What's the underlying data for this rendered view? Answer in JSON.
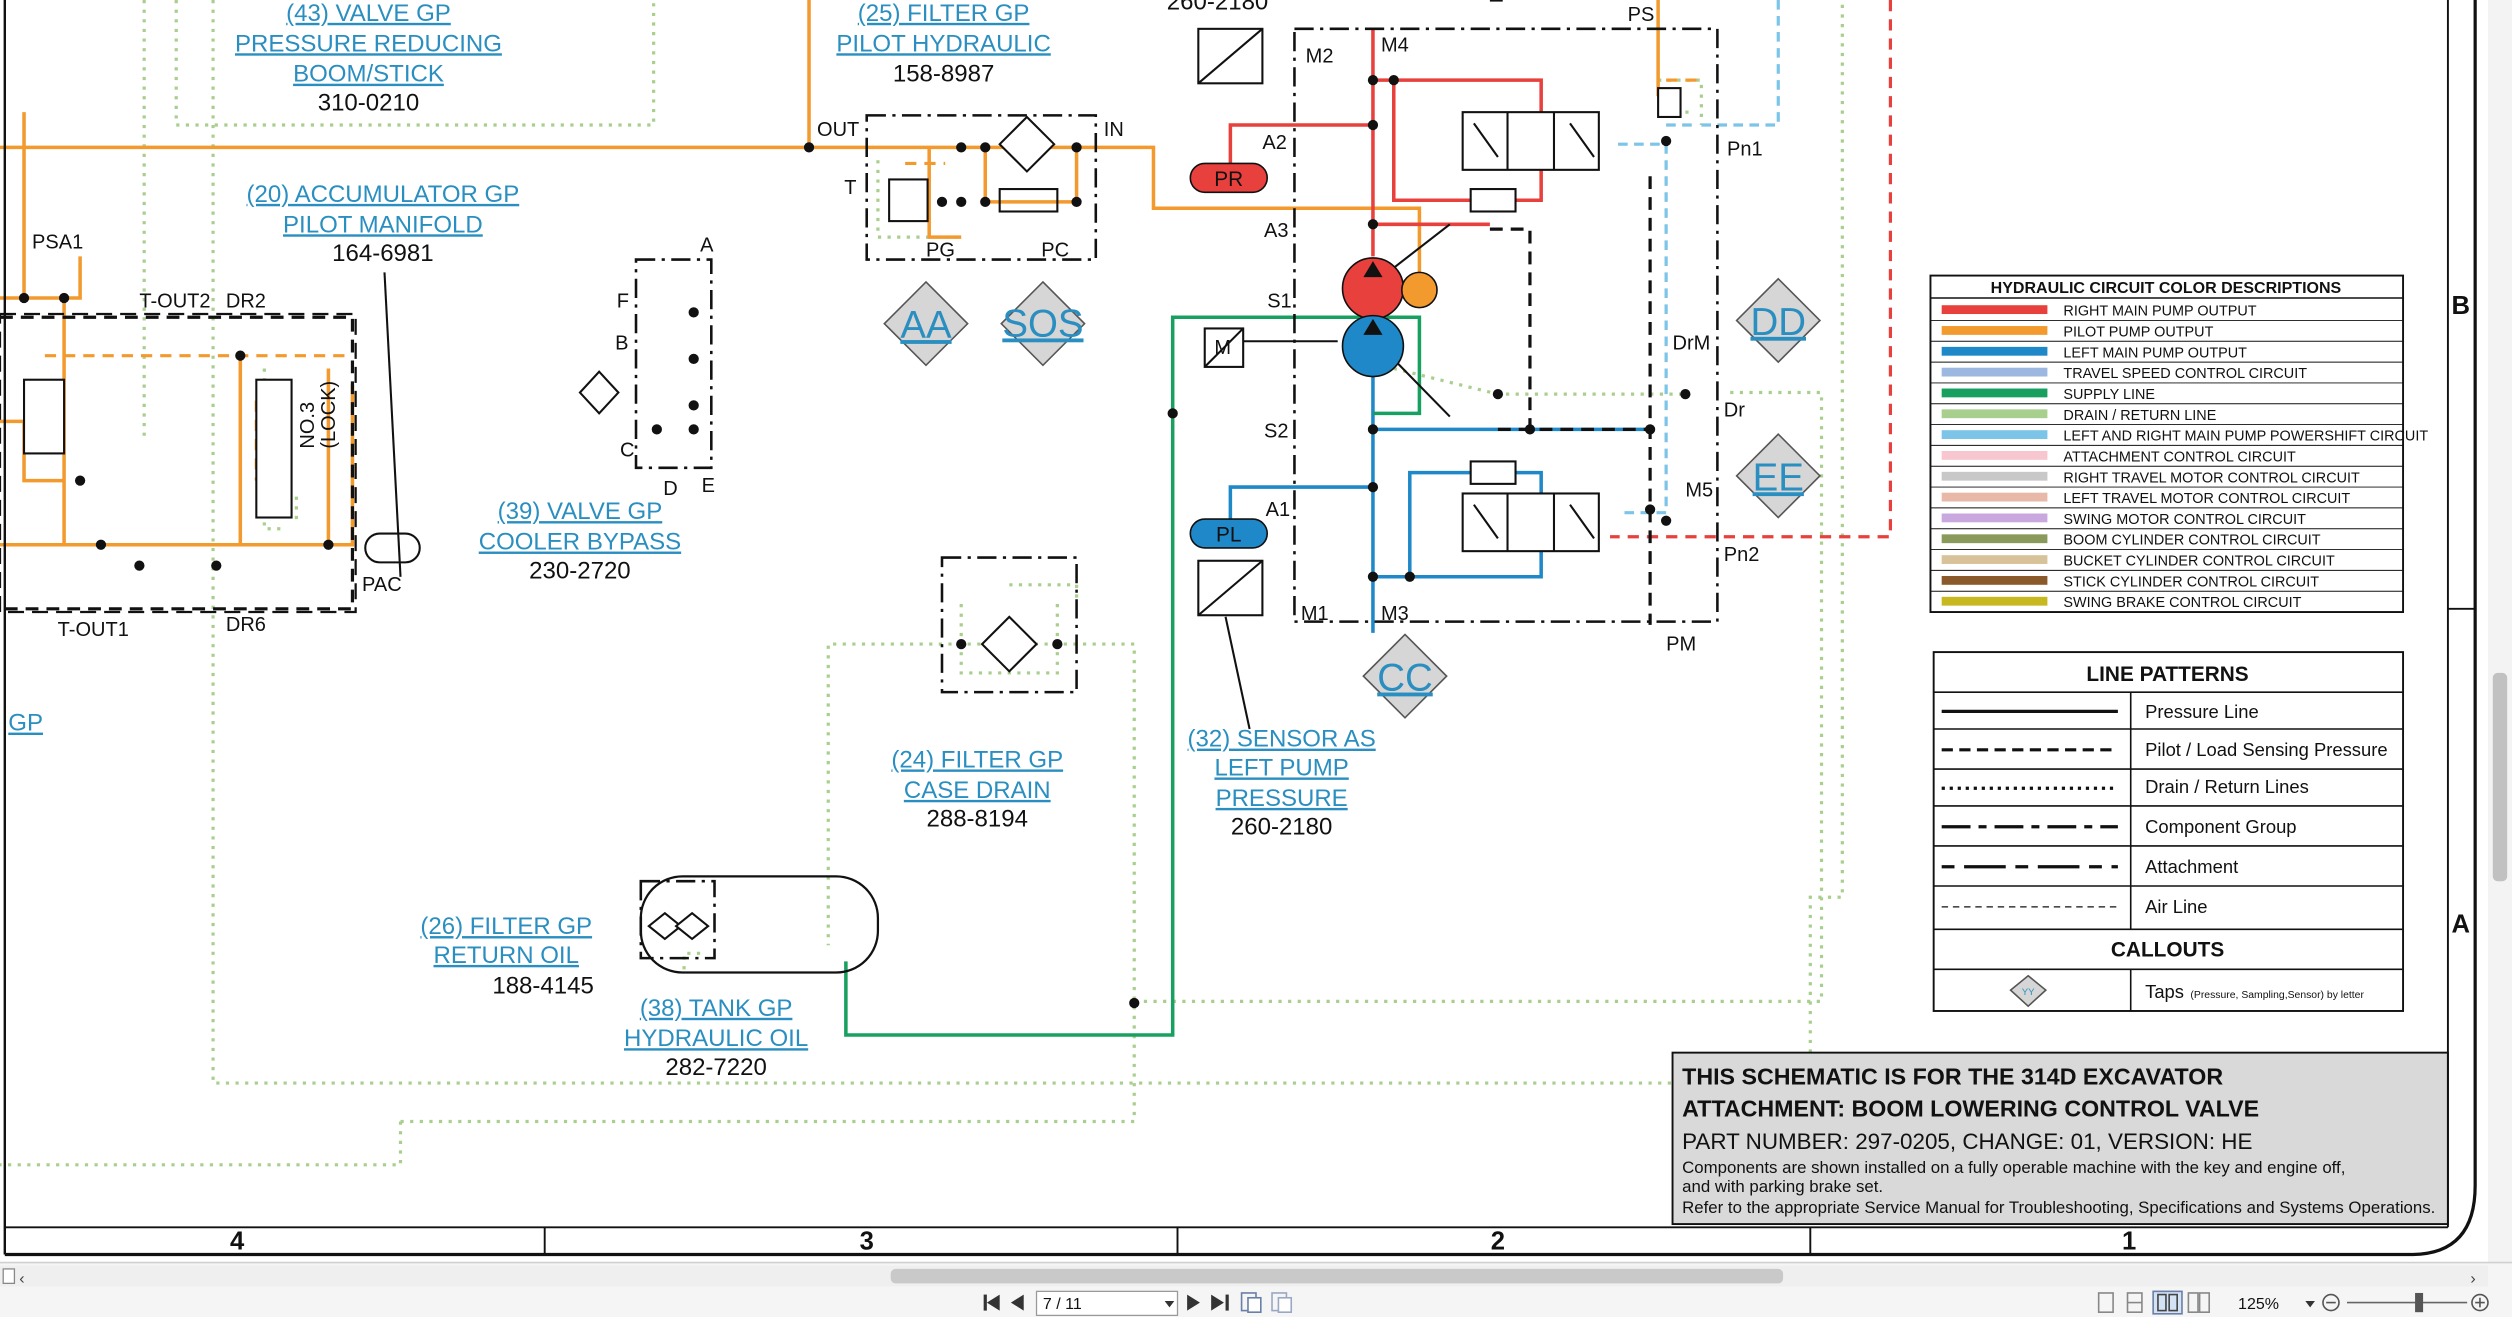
{
  "viewer": {
    "page_current": "7 / 11",
    "zoom": "125%",
    "zoom_slider_fraction": 0.6,
    "scroll_h_fraction": 0.35,
    "scroll_v_fraction": 0.35
  },
  "schematic": {
    "components": {
      "c43": {
        "name1": "(43) VALVE GP",
        "name2": "PRESSURE REDUCING",
        "name3": "BOOM/STICK",
        "part": "310-0210"
      },
      "c25": {
        "name1": "(25) FILTER GP",
        "name2": "PILOT HYDRAULIC",
        "part": "158-8987"
      },
      "c20": {
        "name1": "(20) ACCUMULATOR GP",
        "name2": "PILOT MANIFOLD",
        "part": "164-6981"
      },
      "c39": {
        "name1": "(39) VALVE GP",
        "name2": "COOLER BYPASS",
        "part": "230-2720"
      },
      "c24": {
        "name1": "(24) FILTER GP",
        "name2": "CASE DRAIN",
        "part": "288-8194"
      },
      "c32": {
        "name1": "(32) SENSOR AS",
        "name2": "LEFT PUMP",
        "name3": "PRESSURE",
        "part": "260-2180"
      },
      "c26": {
        "name1": "(26) FILTER GP",
        "name2": "RETURN OIL",
        "part": "188-4145"
      },
      "c38": {
        "name1": "(38) TANK GP",
        "name2": "HYDRAULIC OIL",
        "part": "282-7220"
      },
      "top_partial": "260-2180",
      "left_partial": "GP"
    },
    "labels": {
      "psa1": "PSA1",
      "tout2": "T-OUT2",
      "dr2": "DR2",
      "tout1": "T-OUT1",
      "dr6": "DR6",
      "no3": "NO.3",
      "lock": "(LOCK)",
      "pac": "PAC",
      "out": "OUT",
      "in": "IN",
      "t": "T",
      "pg": "PG",
      "pc": "PC",
      "a": "A",
      "b": "B",
      "c": "C",
      "d": "D",
      "e": "E",
      "f": "F",
      "m2": "M2",
      "m4": "M4",
      "ps": "PS",
      "a2": "A2",
      "a3": "A3",
      "s1": "S1",
      "s2": "S2",
      "a1": "A1",
      "m1": "M1",
      "m3": "M3",
      "pm": "PM",
      "pn1": "Pn1",
      "pn2": "Pn2",
      "drm": "DrM",
      "dr": "Dr",
      "m5": "M5",
      "m": "M"
    },
    "taps": {
      "pr": "PR",
      "pl": "PL",
      "aa": "AA",
      "sos": "SOS",
      "cc": "CC",
      "dd": "DD",
      "ee": "EE"
    },
    "colors": {
      "pilot": "#f39a2e",
      "right_main": "#e8403c",
      "left_main": "#1f88c8",
      "supply": "#18a060",
      "drain": "#a9cf8f",
      "powershift": "#7cc4e8",
      "link": "#2a8fc0"
    },
    "color_legend": {
      "title": "HYDRAULIC CIRCUIT COLOR DESCRIPTIONS",
      "items": [
        {
          "label": "RIGHT MAIN PUMP OUTPUT",
          "color": "#e8403c"
        },
        {
          "label": "PILOT PUMP OUTPUT",
          "color": "#f39a2e"
        },
        {
          "label": "LEFT MAIN PUMP OUTPUT",
          "color": "#1f88c8"
        },
        {
          "label": "TRAVEL SPEED CONTROL CIRCUIT",
          "color": "#9db8e0"
        },
        {
          "label": "SUPPLY LINE",
          "color": "#18a060"
        },
        {
          "label": "DRAIN / RETURN LINE",
          "color": "#a9cf8f"
        },
        {
          "label": "LEFT AND RIGHT MAIN PUMP POWERSHIFT CIRCUIT",
          "color": "#7cc4e8"
        },
        {
          "label": "ATTACHMENT CONTROL CIRCUIT",
          "color": "#f7c6cf"
        },
        {
          "label": "RIGHT TRAVEL MOTOR CONTROL CIRCUIT",
          "color": "#c8c8c8"
        },
        {
          "label": "LEFT TRAVEL MOTOR CONTROL CIRCUIT",
          "color": "#e8b8a8"
        },
        {
          "label": "SWING MOTOR CONTROL CIRCUIT",
          "color": "#c9a8e0"
        },
        {
          "label": "BOOM CYLINDER CONTROL CIRCUIT",
          "color": "#8a9a5b"
        },
        {
          "label": "BUCKET CYLINDER CONTROL CIRCUIT",
          "color": "#d8c29a"
        },
        {
          "label": "STICK CYLINDER CONTROL CIRCUIT",
          "color": "#8a5a2b"
        },
        {
          "label": "SWING BRAKE CONTROL CIRCUIT",
          "color": "#c8b820"
        }
      ]
    },
    "line_patterns": {
      "title": "LINE PATTERNS",
      "items": [
        {
          "label": "Pressure Line"
        },
        {
          "label": "Pilot / Load Sensing Pressure"
        },
        {
          "label": "Drain / Return Lines"
        },
        {
          "label": "Component Group"
        },
        {
          "label": "Attachment"
        },
        {
          "label": "Air Line"
        }
      ],
      "callouts_title": "CALLOUTS",
      "tap_symbol": "YY",
      "tap_label": "Taps",
      "tap_note": "(Pressure, Sampling,Sensor) by letter"
    },
    "title_block": {
      "line1": "THIS SCHEMATIC IS FOR THE 314D EXCAVATOR",
      "line2": "ATTACHMENT: BOOM LOWERING CONTROL VALVE",
      "line3": "PART NUMBER: 297-0205, CHANGE: 01, VERSION: HE",
      "line4": "Components are shown installed on a fully operable machine with the key and engine off,",
      "line5": "and with parking brake set.",
      "line6": "Refer to the appropriate Service Manual for Troubleshooting, Specifications and Systems Operations."
    },
    "border": {
      "row_b": "B",
      "row_a": "A",
      "col_4": "4",
      "col_3": "3",
      "col_2": "2",
      "col_1": "1"
    }
  }
}
